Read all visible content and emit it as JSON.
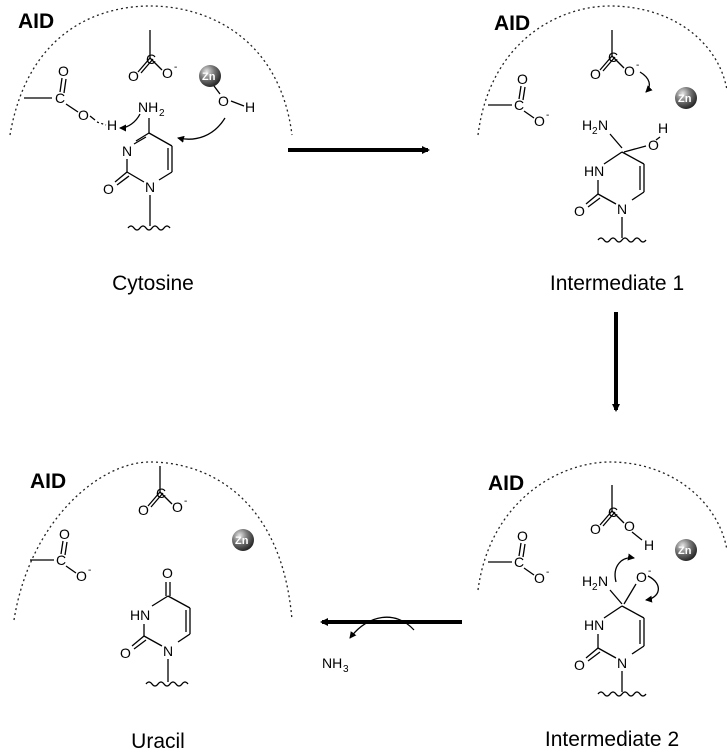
{
  "panels": {
    "cytosine": {
      "enzyme": "AID",
      "caption": "Cytosine",
      "atoms": {
        "nh2_n": "NH",
        "nh2_sub": "2",
        "ring_n1": "N",
        "ring_n3": "N",
        "carbonyl_o": "O",
        "acid1_c": "C",
        "acid1_o1": "O",
        "acid1_o2": "O",
        "acid1_h": "H",
        "acid2_c": "C",
        "acid2_o1": "O",
        "acid2_o2": "O",
        "acid2_charge": "-",
        "zn": "Zn",
        "water_o": "O",
        "water_h": "H"
      }
    },
    "intermediate1": {
      "enzyme": "AID",
      "caption": "Intermediate 1",
      "atoms": {
        "h2n_h": "H",
        "h2n_sub": "2",
        "h2n_n": "N",
        "oh_o": "O",
        "oh_h": "H",
        "ring_hn": "HN",
        "ring_n1": "N",
        "carbonyl_o": "O",
        "acid1_c": "C",
        "acid1_o1": "O",
        "acid1_o2": "O",
        "acid1_charge": "-",
        "acid2_c": "C",
        "acid2_o1": "O",
        "acid2_o2": "O",
        "acid2_charge": "-",
        "zn": "Zn"
      }
    },
    "intermediate2": {
      "enzyme": "AID",
      "caption": "Intermediate 2",
      "atoms": {
        "h2n_h": "H",
        "h2n_sub": "2",
        "h2n_n": "N",
        "o_minus": "O",
        "o_charge": "-",
        "ring_hn": "HN",
        "ring_n1": "N",
        "carbonyl_o": "O",
        "acid1_c": "C",
        "acid1_o1": "O",
        "acid1_o2": "O",
        "acid1_charge": "-",
        "acid2_c": "C",
        "acid2_o1": "O",
        "acid2_o2": "O",
        "acid2_h": "H",
        "zn": "Zn"
      }
    },
    "uracil": {
      "enzyme": "AID",
      "caption": "Uracil",
      "atoms": {
        "top_o": "O",
        "ring_hn": "HN",
        "ring_n1": "N",
        "carbonyl_o": "O",
        "acid1_c": "C",
        "acid1_o1": "O",
        "acid1_o2": "O",
        "acid1_charge": "-",
        "acid2_c": "C",
        "acid2_o1": "O",
        "acid2_o2": "O",
        "acid2_charge": "-",
        "zn": "Zn"
      }
    }
  },
  "byproduct": {
    "label": "NH",
    "sub": "3"
  },
  "colors": {
    "ink": "#000000",
    "zn_dark": "#2a2a2a",
    "zn_light": "#d8d8d8"
  }
}
